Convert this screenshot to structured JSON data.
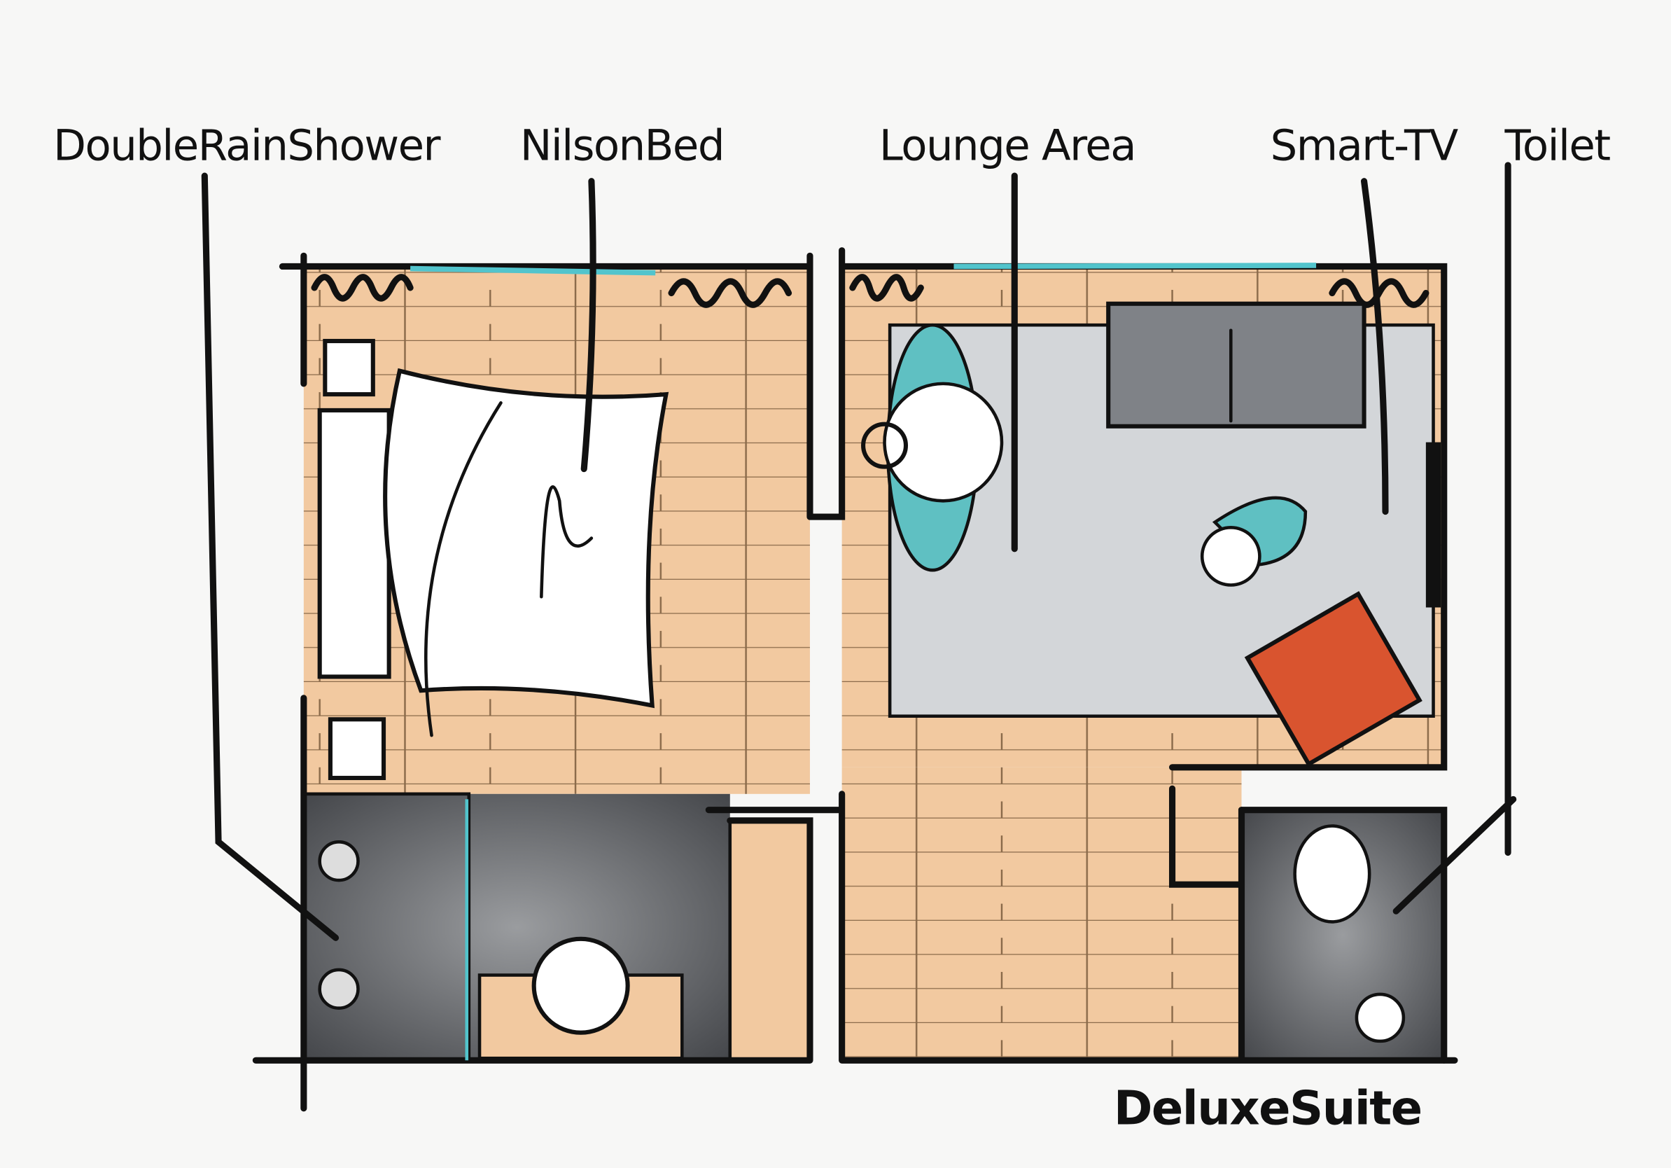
{
  "title": "DeluxeSuite",
  "labels": {
    "shower": "DoubleRainShower",
    "bed": "NilsonBed",
    "lounge": "Lounge Area",
    "tv": "Smart-TV",
    "toilet": "Toilet"
  },
  "colors": {
    "floor_wood": "#f2c9a0",
    "rug": "#d3d6d9",
    "bathroom_tile": "#5d5f63",
    "window": "#52c4cc",
    "table_teal": "#5fc0c2",
    "armchair": "#d9542f",
    "sofa": "#7f8287"
  }
}
